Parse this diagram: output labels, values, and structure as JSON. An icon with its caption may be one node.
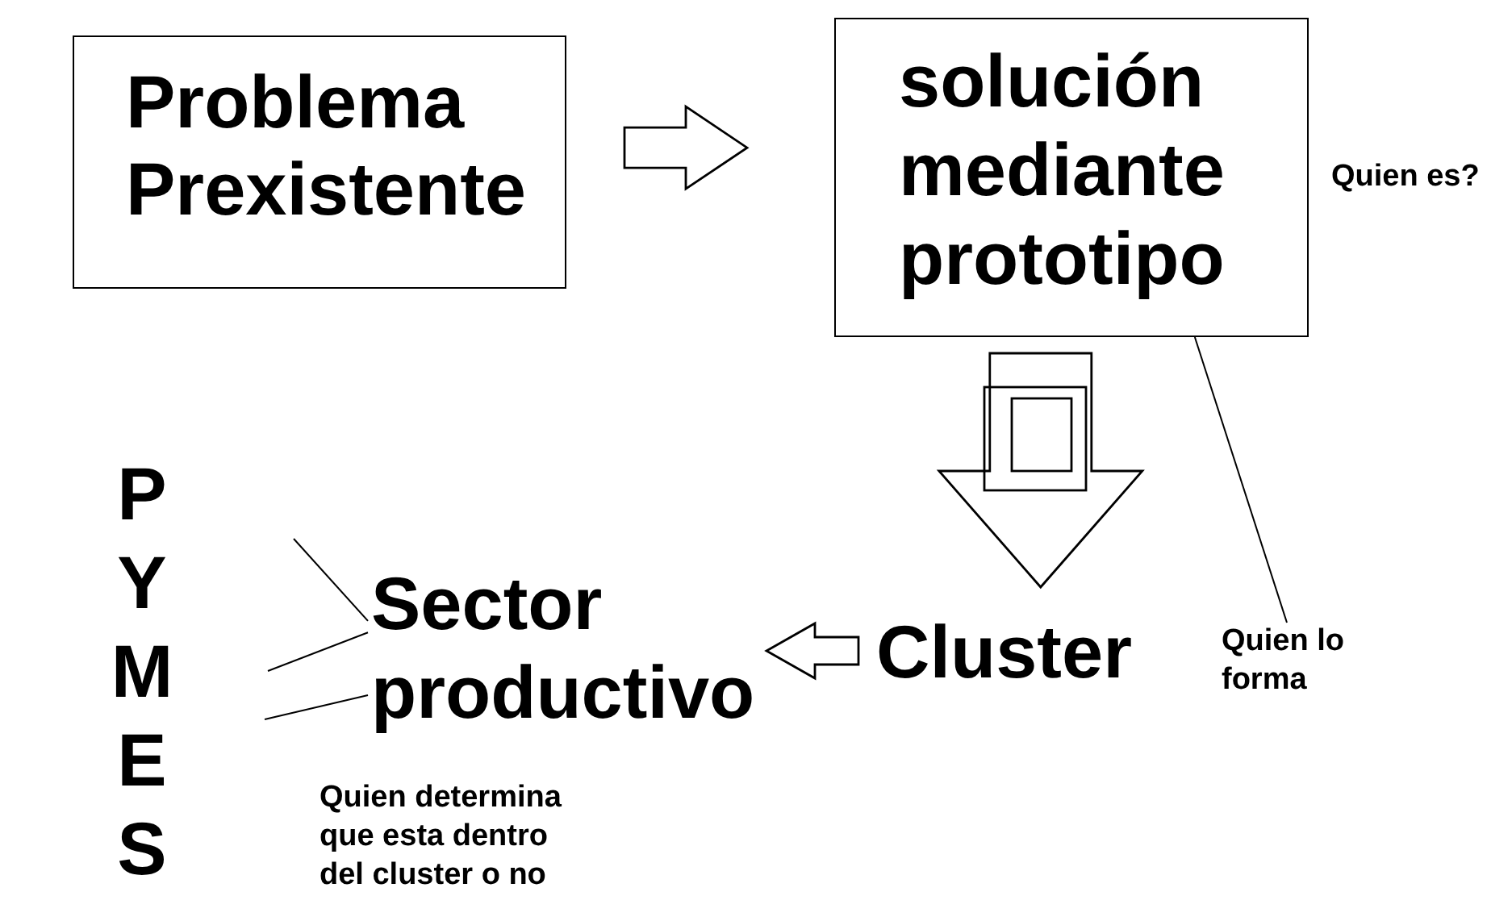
{
  "diagram": {
    "nodes": [
      {
        "text": [
          "Problema Prexistente"
        ]
      },
      {
        "text": [
          "solución mediante prototipo"
        ],
        "beside": [
          "Quien es?"
        ]
      },
      {
        "text": [
          "Cluster"
        ]
      },
      {
        "text": [
          "Sector productivo"
        ]
      },
      {
        "text": [
          "Quien lo forma"
        ]
      }
    ],
    "edges": [
      {
        "from": 0,
        "to": 1,
        "arrow": "to",
        "style": "thick"
      },
      {
        "from": 1,
        "to": 2,
        "arrow": "to",
        "style": "thick"
      },
      {
        "from": 2,
        "to": 3,
        "arrow": "to",
        "style": "thick"
      },
      {
        "from": null,
        "to": 3,
        "arrow": "none"
      },
      {
        "from": null,
        "to": 3,
        "arrow": "none"
      },
      {
        "from": null,
        "to": 3,
        "arrow": "none"
      },
      {
        "from": 4,
        "to": 1,
        "arrow": "none"
      }
    ],
    "labels": [
      "PYMES",
      "Quien determina que esta dentro del cluster o no"
    ]
  }
}
